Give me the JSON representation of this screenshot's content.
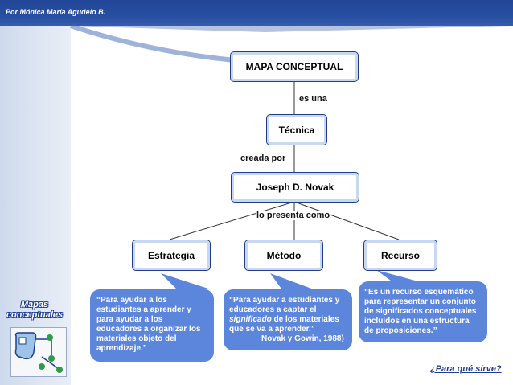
{
  "header": {
    "author": "Por Mónica María Agudelo B."
  },
  "sidebar": {
    "title_line1": "Mapas",
    "title_line2": "conceptuales"
  },
  "diagram": {
    "nodes": {
      "root": "MAPA CONCEPTUAL",
      "tecnica": "Técnica",
      "novak": "Joseph D. Novak",
      "estrategia": "Estrategia",
      "metodo": "Método",
      "recurso": "Recurso"
    },
    "links": {
      "es_una": "es una",
      "creada_por": "creada por",
      "lo_presenta_como": "lo presenta como"
    },
    "quotes": {
      "estrategia": [
        "“Para ayudar a los",
        "estudiantes a aprender y",
        "para ayudar a los",
        "educadores a organizar los",
        "materiales objeto del",
        "aprendizaje.”"
      ],
      "metodo": [
        "“Para ayudar a  estudiantes y",
        "educadores a captar el",
        "significado de los materiales",
        "que se va a aprender.”",
        "Novak y Gowin, 1988)"
      ],
      "recurso": [
        "“Es un recurso esquemático",
        "para representar un conjunto",
        "de significados conceptuales",
        "incluidos en una estructura",
        "de proposiciones.”"
      ]
    }
  },
  "footer": {
    "link": "¿Para qué sirve?"
  },
  "colors": {
    "header": "#1d3f8f",
    "callout": "#5b86dc",
    "sidebar": "#cdd9ec"
  }
}
